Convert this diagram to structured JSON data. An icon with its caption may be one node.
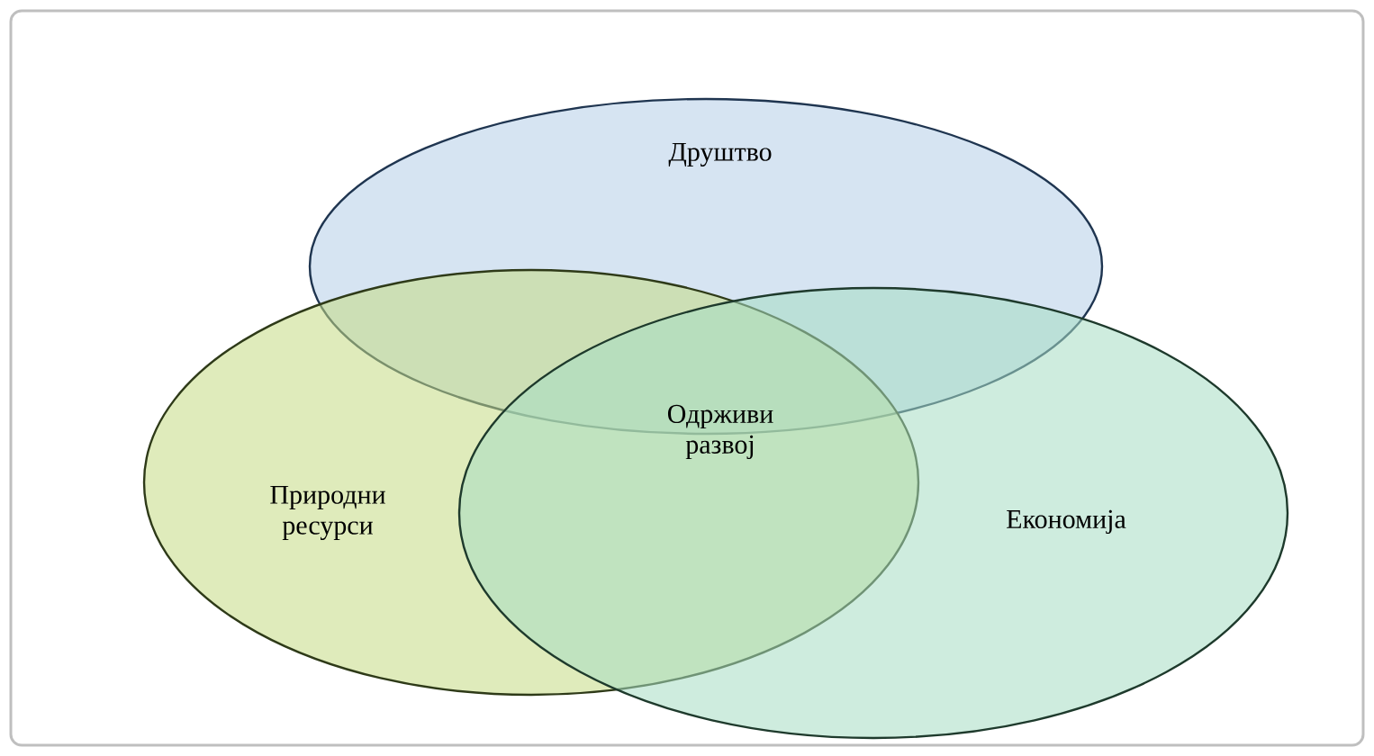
{
  "diagram": {
    "nodes": [
      {
        "text": [
          "Друштво"
        ]
      },
      {
        "text": [
          "Природни ресурси"
        ]
      },
      {
        "text": [
          "Економија"
        ]
      }
    ],
    "labels": [
      "Одрживи развој"
    ]
  }
}
